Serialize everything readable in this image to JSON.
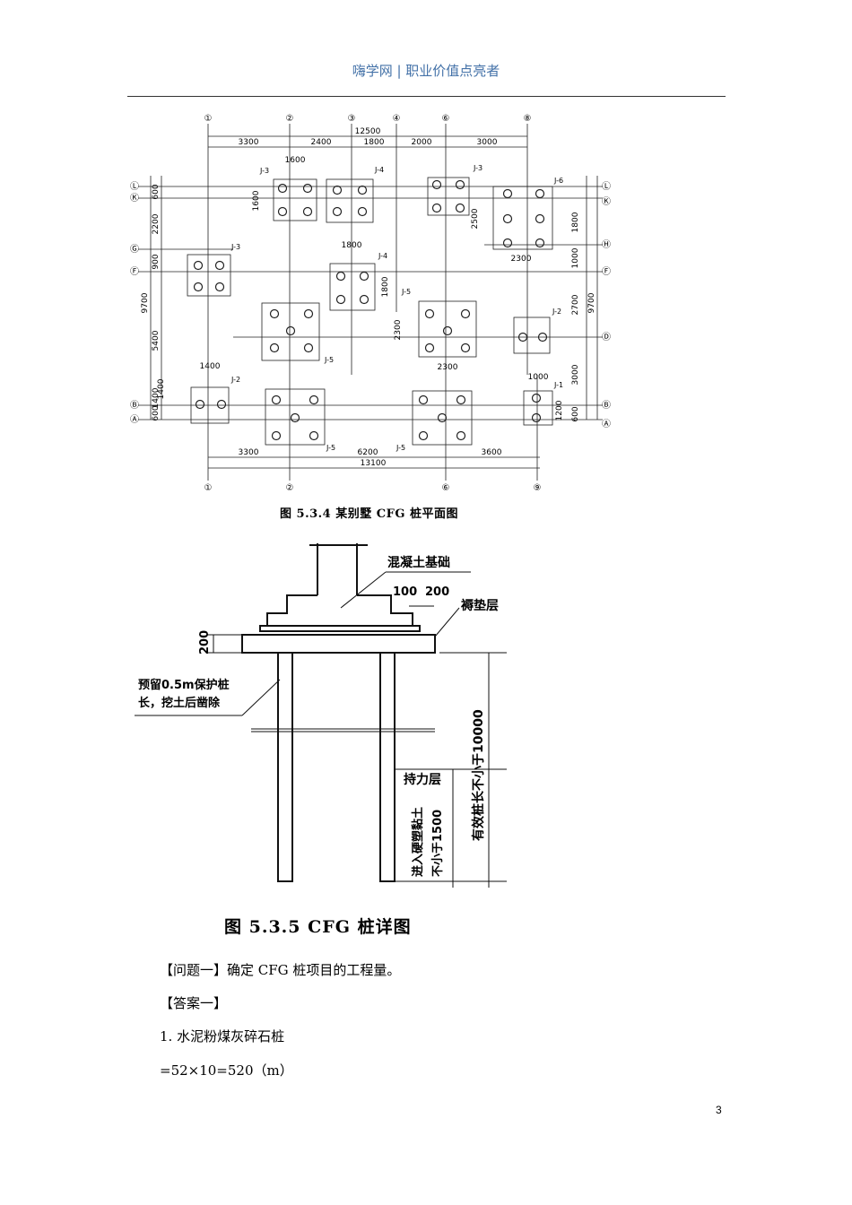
{
  "header": {
    "text": "嗨学网 | 职业价值点亮者"
  },
  "figure1": {
    "caption": "图 5.3.4   某别墅 CFG 桩平面图",
    "top_axes": [
      "①",
      "②",
      "③",
      "④",
      "⑥",
      "⑧"
    ],
    "bottom_axes": [
      "①",
      "②",
      "⑥",
      "⑨"
    ],
    "left_axes": [
      "Ⓛ",
      "Ⓚ",
      "Ⓖ",
      "Ⓕ",
      "Ⓑ",
      "Ⓐ"
    ],
    "right_axes": [
      "Ⓛ",
      "Ⓚ",
      "Ⓗ",
      "Ⓕ",
      "Ⓓ",
      "Ⓑ",
      "Ⓐ"
    ],
    "top_total": "12500",
    "top_dims": [
      "3300",
      "2400",
      "1800",
      "2000",
      "3000"
    ],
    "bottom_total": "13100",
    "bottom_dims": [
      "3300",
      "6200",
      "3600"
    ],
    "left_total": "9700",
    "left_dims": [
      "600",
      "2200",
      "900",
      "5400",
      "1400",
      "600"
    ],
    "right_total": "9700",
    "right_dims": [
      "1800",
      "1000",
      "2700",
      "3000",
      "1200",
      "600"
    ],
    "pile_dims": [
      "1600",
      "1600",
      "1800",
      "1800",
      "2500",
      "2300",
      "2300",
      "2300",
      "1400",
      "1400",
      "1000"
    ],
    "labels": [
      "J-3",
      "J-4",
      "J-3",
      "J-6",
      "J-3",
      "J-4",
      "J-5",
      "J-2",
      "J-5",
      "J-2",
      "J-1",
      "J-5",
      "J-5"
    ]
  },
  "figure2": {
    "caption": "图 5.3.5   CFG 桩详图",
    "foundation_label": "混凝土基础",
    "cushion_label": "褥垫层",
    "dim_100": "100",
    "dim_200_top": "200",
    "dim_200_left": "200",
    "reserve_line1": "预留0.5m保护桩",
    "reserve_line2": "长，挖土后凿除",
    "bearing_layer": "持力层",
    "embed_line1": "进入硬塑黏土",
    "embed_line2": "不小于1500",
    "effective_len": "有效桩长不小于10000"
  },
  "body": {
    "question": "【问题一】确定 CFG 桩项目的工程量。",
    "answer_head": "【答案一】",
    "item1": "1. 水泥粉煤灰碎石桩",
    "formula": "=52×10=520（m）"
  },
  "page_number": "3"
}
